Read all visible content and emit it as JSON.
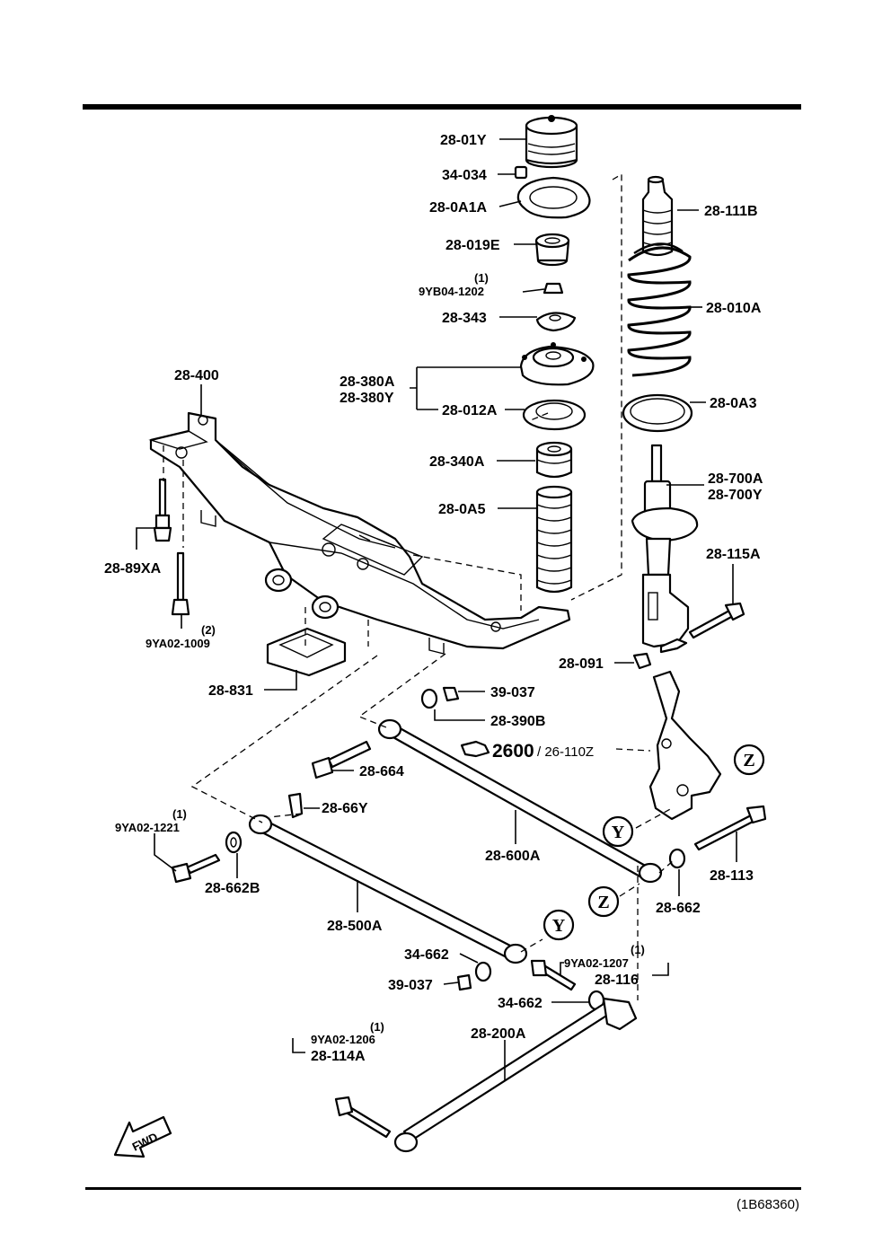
{
  "labels": {
    "p28_01Y": "28-01Y",
    "p34_034": "34-034",
    "p28_0A1A": "28-0A1A",
    "p28_019E": "28-019E",
    "q_9YB04": "(1)",
    "p9YB04_1202": "9YB04-1202",
    "p28_343": "28-343",
    "p28_380A": "28-380A",
    "p28_380Y": "28-380Y",
    "p28_012A": "28-012A",
    "p28_340A": "28-340A",
    "p28_0A5": "28-0A5",
    "p28_111B": "28-111B",
    "p28_010A": "28-010A",
    "p28_0A3": "28-0A3",
    "p28_700A": "28-700A",
    "p28_700Y": "28-700Y",
    "p28_115A": "28-115A",
    "p28_091": "28-091",
    "p28_400": "28-400",
    "p28_89XA": "28-89XA",
    "q_9YA02_1009": "(2)",
    "p9YA02_1009": "9YA02-1009",
    "p28_831": "28-831",
    "p39_037_top": "39-037",
    "p28_390B": "28-390B",
    "ref_2600": "2600",
    "ref_26_110Z": "/ 26-110Z",
    "p28_664": "28-664",
    "p28_66Y": "28-66Y",
    "q_9YA02_1221": "(1)",
    "p9YA02_1221": "9YA02-1221",
    "p28_662B": "28-662B",
    "p28_600A": "28-600A",
    "p28_113": "28-113",
    "p28_662": "28-662",
    "p28_500A": "28-500A",
    "p34_662_left": "34-662",
    "p39_037_bottom": "39-037",
    "q_9YA02_1207": "(1)",
    "p9YA02_1207": "9YA02-1207",
    "p28_116": "28-116",
    "p34_662_right": "34-662",
    "p28_200A": "28-200A",
    "q_9YA02_1206": "(1)",
    "p9YA02_1206": "9YA02-1206",
    "p28_114A": "28-114A",
    "fwd": "FWD",
    "callout_z": "Z",
    "callout_y": "Y",
    "diagram_code": "(1B68360)"
  }
}
